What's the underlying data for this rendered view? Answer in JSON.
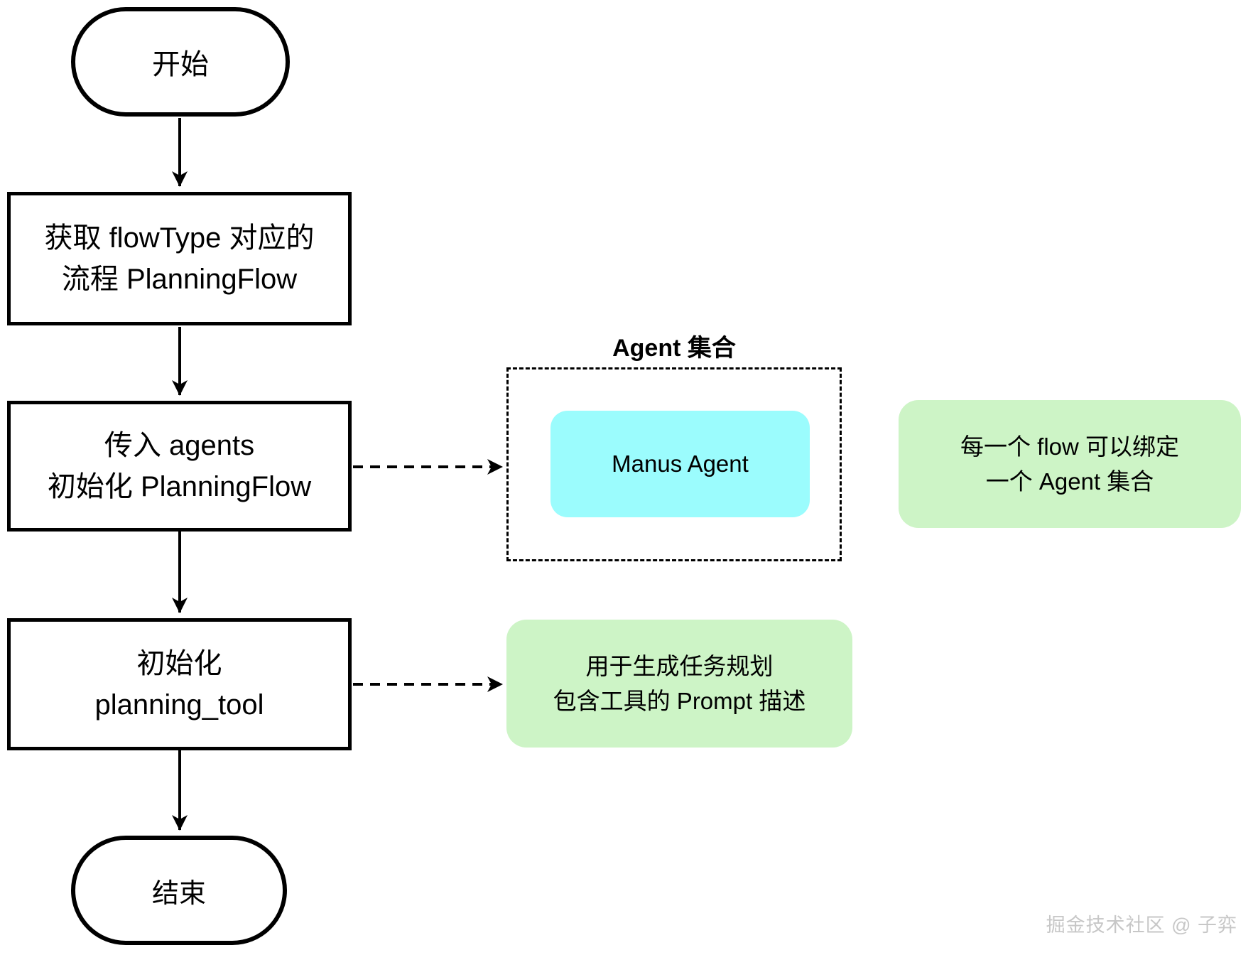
{
  "flowchart": {
    "start": {
      "label": "开始"
    },
    "steps": [
      {
        "id": "get-planning-flow",
        "lines": [
          "获取 flowType 对应的",
          "流程 PlanningFlow"
        ]
      },
      {
        "id": "init-planning-flow",
        "lines": [
          "传入 agents",
          "初始化 PlanningFlow"
        ]
      },
      {
        "id": "init-planning-tool",
        "lines": [
          "初始化",
          "planning_tool"
        ]
      }
    ],
    "end": {
      "label": "结束"
    },
    "agent_group": {
      "title": "Agent 集合",
      "agents": [
        {
          "label": "Manus Agent"
        }
      ]
    },
    "notes": [
      {
        "id": "flow-agent-binding",
        "lines": [
          "每一个 flow 可以绑定",
          "一个 Agent 集合"
        ]
      },
      {
        "id": "planning-tool-desc",
        "lines": [
          "用于生成任务规划",
          "包含工具的 Prompt 描述"
        ]
      }
    ],
    "colors": {
      "stroke": "#000000",
      "agent_fill": "#9BFCFD",
      "note_fill": "#CDF4C6"
    }
  },
  "watermark": "掘金技术社区 @ 子弈"
}
